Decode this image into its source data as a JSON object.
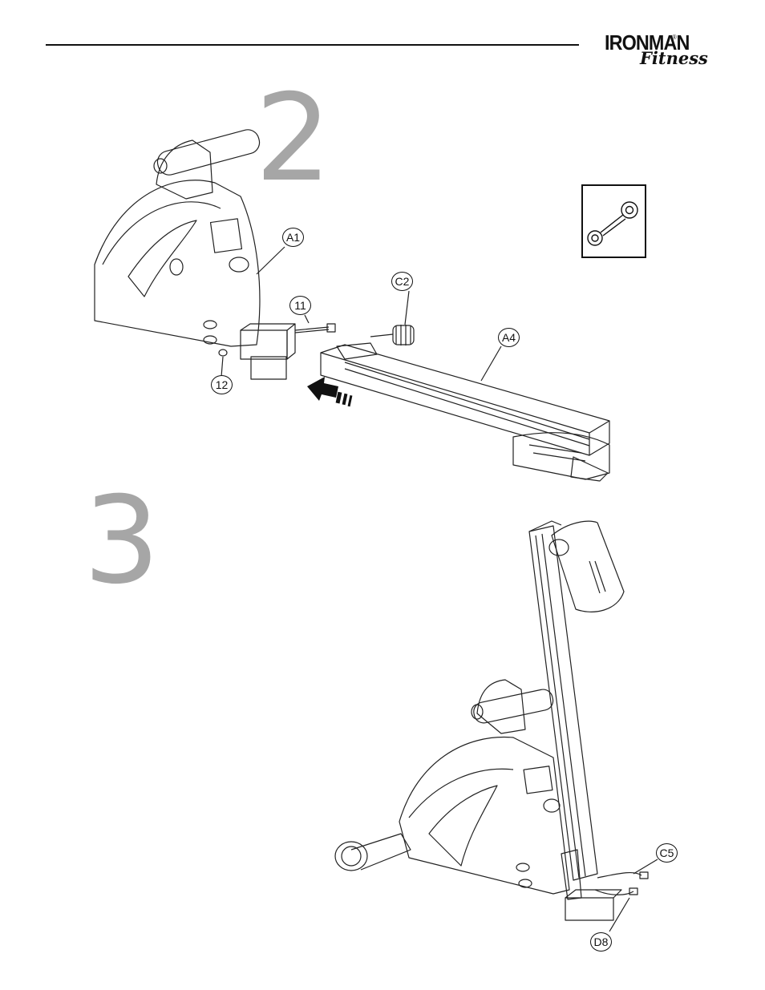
{
  "brand": {
    "name_top": "IRONMAN",
    "name_sub": "Fitness",
    "mark": "®"
  },
  "steps": [
    {
      "number": "2",
      "labels": [
        "A1",
        "C2",
        "11",
        "A4",
        "12"
      ],
      "tool_icon": "wrench-icon",
      "arrow_icon": "insert-arrow-icon"
    },
    {
      "number": "3",
      "labels": [
        "C5",
        "D8"
      ]
    }
  ],
  "colors": {
    "step_number": "#a6a6a6",
    "line": "#111111"
  }
}
